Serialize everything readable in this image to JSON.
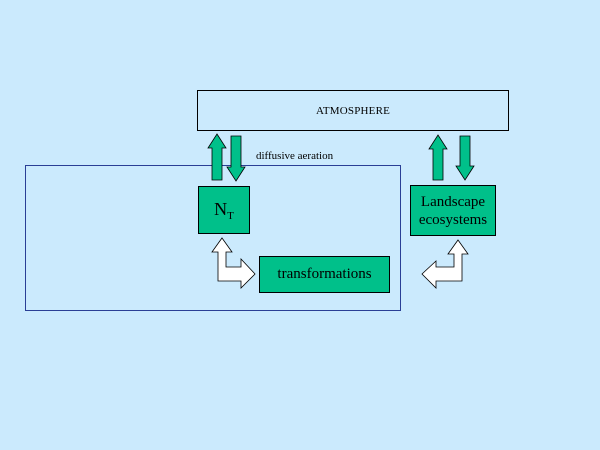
{
  "diagram": {
    "atmosphere_label": "ATMOSPHERE",
    "flux_label": "diffusive aeration",
    "nt_label": "N",
    "nt_subscript": "T",
    "transformations_label": "transformations",
    "landscape_label_line1": "Landscape",
    "landscape_label_line2": "ecosystems"
  },
  "colors": {
    "background": "#cbeafd",
    "box_fill": "#00c08a",
    "soil_border": "#2a3f95"
  }
}
